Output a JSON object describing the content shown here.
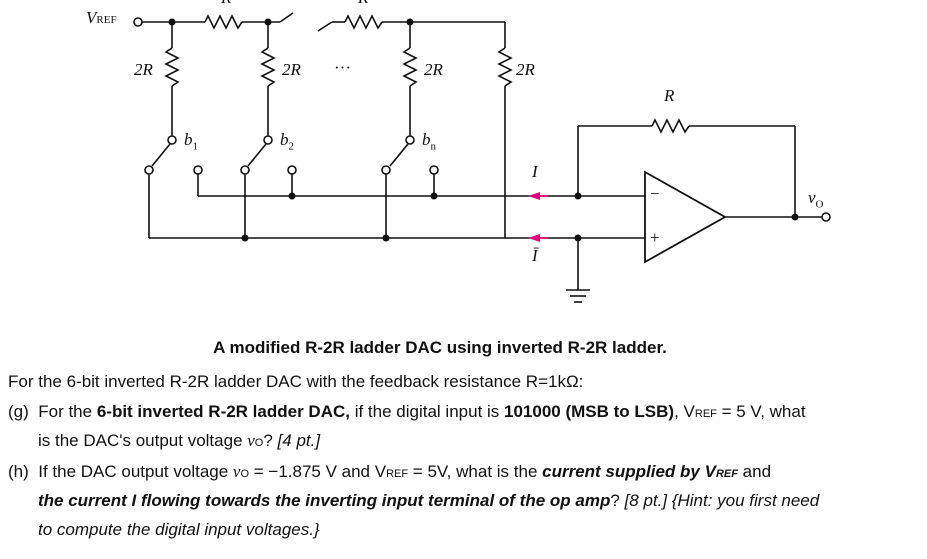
{
  "labels": {
    "vref_v": "V",
    "vref_sub": "REF",
    "r_top1": "R",
    "r_top2": "R",
    "r_shunt1": "2R",
    "r_shunt2": "2R",
    "r_shunt3": "2R",
    "r_shunt4": "2R",
    "ellipsis": "···",
    "b1": "b",
    "b1_sub": "1",
    "b2": "b",
    "b2_sub": "2",
    "bn": "b",
    "bn_sub": "n",
    "r_feedback": "R",
    "current_i": "I",
    "current_ibar": "Ī",
    "vo": "v",
    "vo_sub": "O",
    "minus": "−",
    "plus": "+"
  },
  "caption": "A modified R-2R ladder DAC using inverted R-2R ladder.",
  "intro": "For the 6-bit inverted R-2R ladder DAC with the feedback resistance R=1kΩ:",
  "question_g": {
    "marker": "(g)",
    "t1": "For the ",
    "t2": "6-bit inverted R-2R ladder DAC,",
    "t3": " if the digital input is ",
    "t4": "101000",
    "t5": " (MSB to LSB)",
    "t6": ", V",
    "t7": "REF",
    "t8": " = 5 V, what",
    "line2a": "is the DAC's output voltage ",
    "line2b": "v",
    "line2c": "O",
    "line2d": "? ",
    "line2e": "[4 pt.]"
  },
  "question_h": {
    "marker": "(h)",
    "t1": "If the DAC output voltage ",
    "t2": "v",
    "t3": "O",
    "t4": " = −1.875 V and V",
    "t5": "REF",
    "t6": " = 5V, what is the ",
    "t7": "current supplied by V",
    "t8": "REF",
    "t9": " and",
    "line2a": "the current I flowing towards the inverting input terminal of the op amp",
    "line2b": "? ",
    "line2c": "[8 pt.] {Hint: you first need",
    "line3": "to compute the digital input voltages.}"
  }
}
